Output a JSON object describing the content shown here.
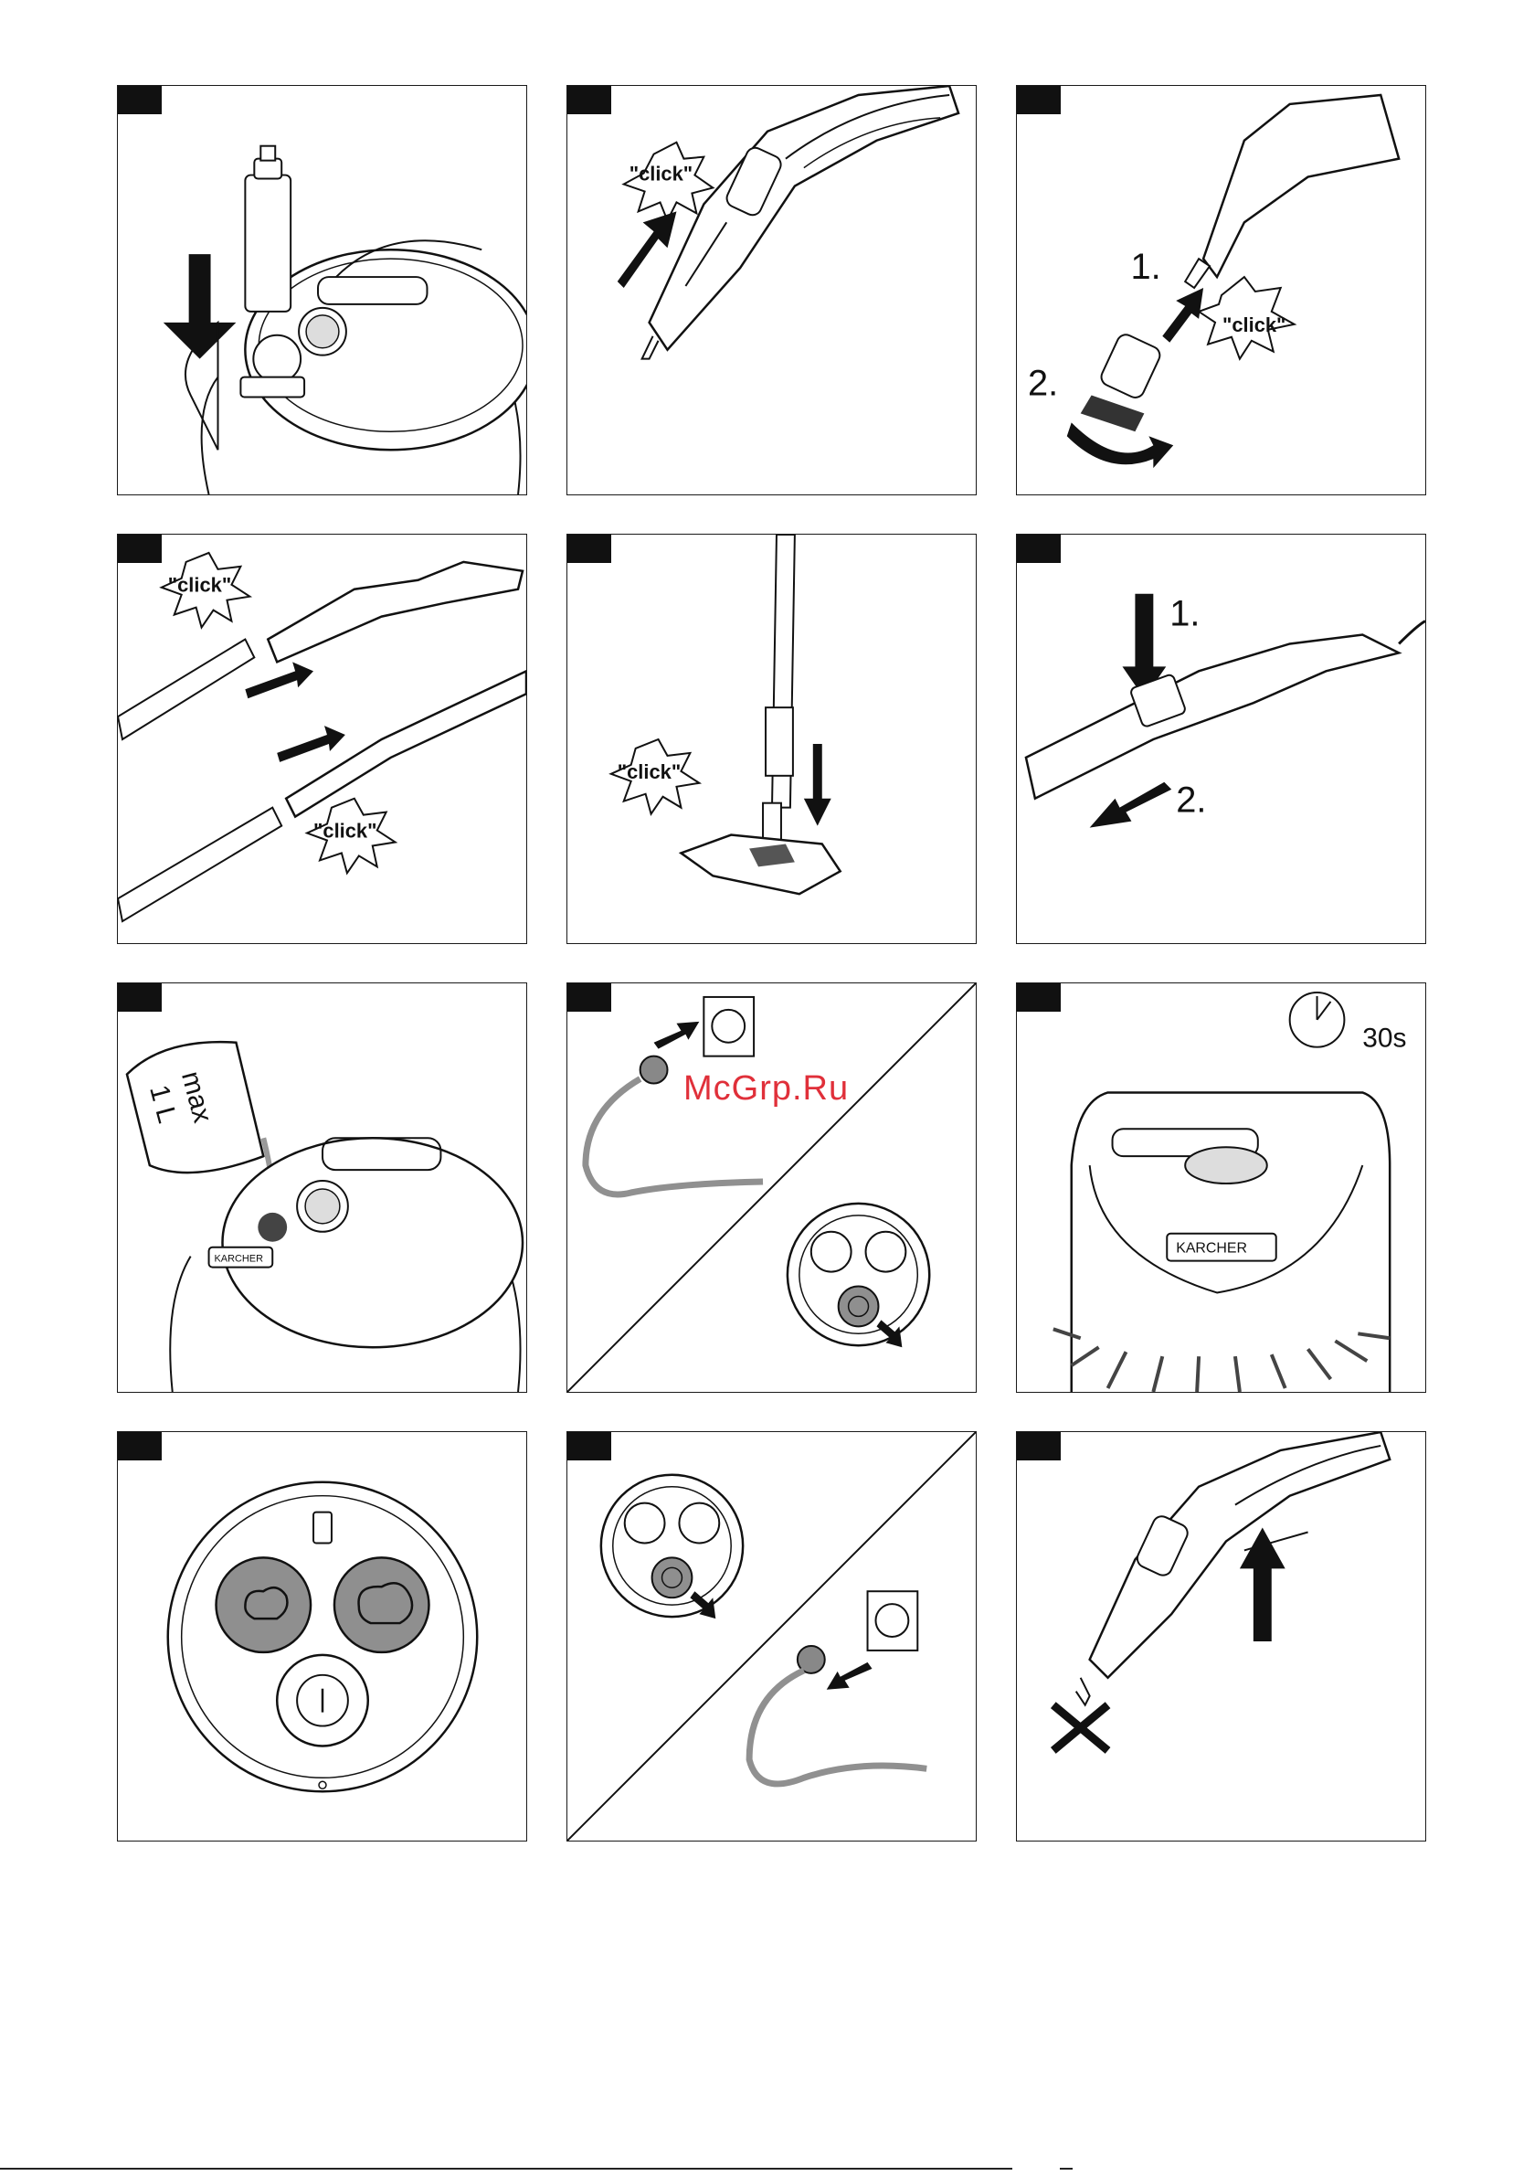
{
  "panels": [
    {
      "id": 1,
      "texts": {}
    },
    {
      "id": 2,
      "texts": {
        "click": "\"click\""
      }
    },
    {
      "id": 3,
      "texts": {
        "step1": "1.",
        "step2": "2.",
        "click": "\"click\""
      }
    },
    {
      "id": 4,
      "texts": {
        "click_top": "\"click\"",
        "click_bottom": "\"click\""
      }
    },
    {
      "id": 5,
      "texts": {
        "click": "\"click\""
      }
    },
    {
      "id": 6,
      "texts": {
        "step1": "1.",
        "step2": "2."
      }
    },
    {
      "id": 7,
      "texts": {
        "max": "max",
        "volume": "1 L",
        "brand": "KARCHER"
      }
    },
    {
      "id": 8,
      "texts": {}
    },
    {
      "id": 9,
      "texts": {
        "time": "30s",
        "brand": "KARCHER"
      }
    },
    {
      "id": 10,
      "texts": {}
    },
    {
      "id": 11,
      "texts": {}
    },
    {
      "id": 12,
      "texts": {}
    }
  ],
  "watermark": "McGrp.Ru",
  "colors": {
    "line": "#1a1a1a",
    "button_gray": "#8f8f8f",
    "cable_gray": "#909090",
    "watermark": "#e0303a"
  }
}
